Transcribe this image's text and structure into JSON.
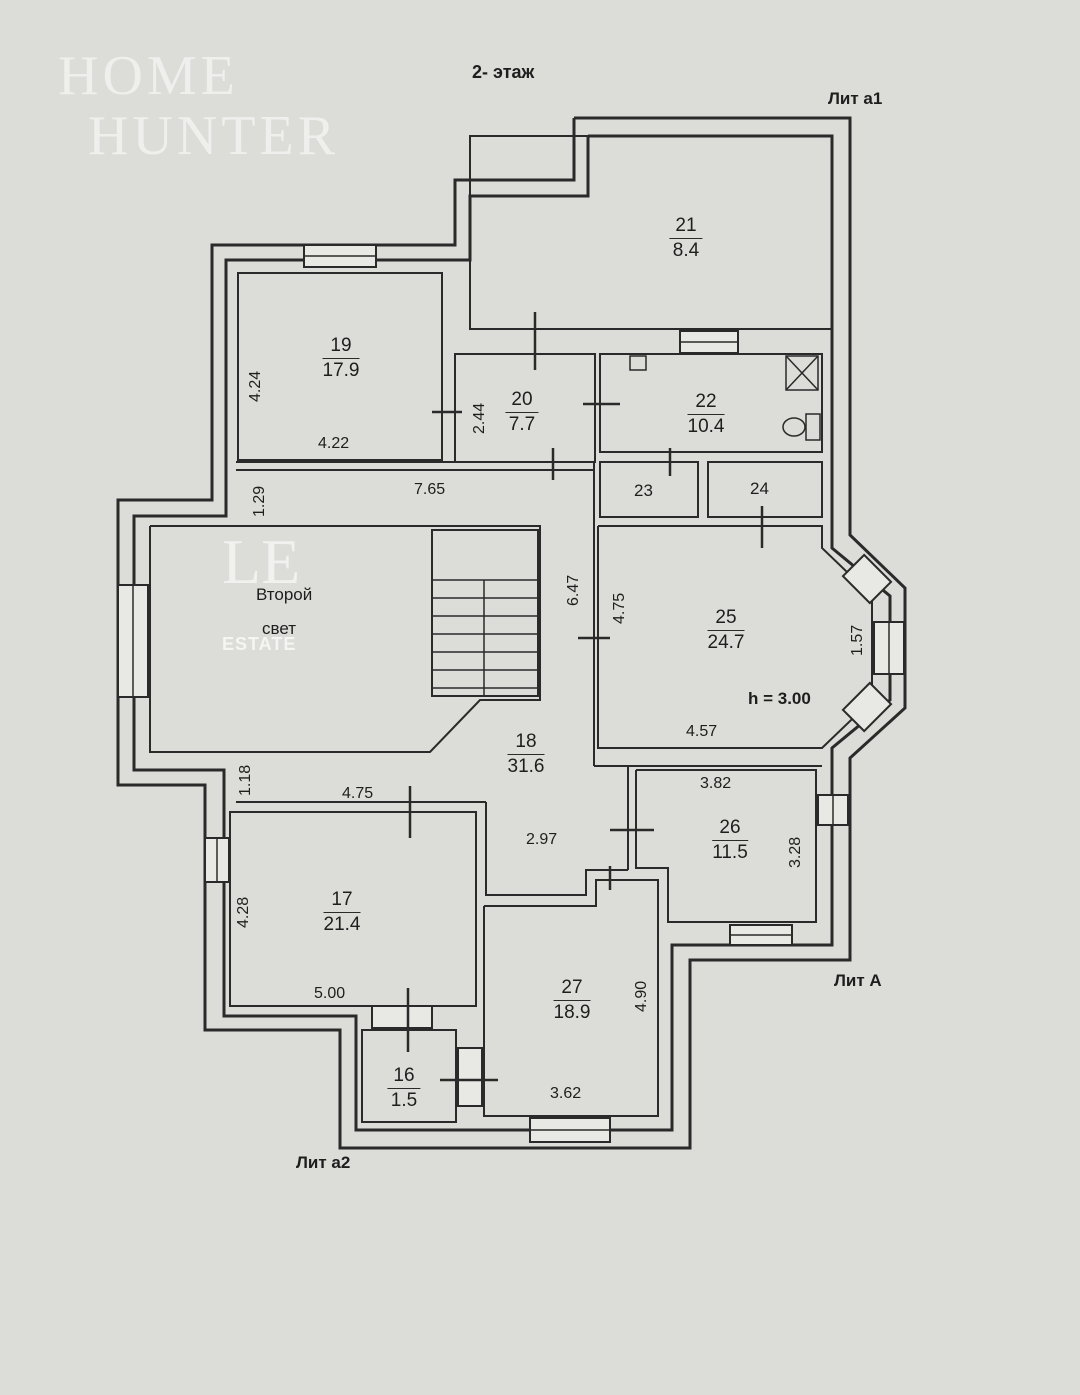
{
  "title": "2- этаж",
  "liters": {
    "a1": "Лит а1",
    "A": "Лит А",
    "a2": "Лит а2"
  },
  "watermark": {
    "brand_line1": "HOME",
    "brand_line2": "HUNTER",
    "estate_logo": "LE",
    "estate_text": "ESTATE"
  },
  "rooms": [
    {
      "num": "21",
      "area": "8.4"
    },
    {
      "num": "19",
      "area": "17.9"
    },
    {
      "num": "20",
      "area": "7.7"
    },
    {
      "num": "22",
      "area": "10.4"
    },
    {
      "num": "23",
      "area": ""
    },
    {
      "num": "24",
      "area": ""
    },
    {
      "num": "25",
      "area": "24.7"
    },
    {
      "num": "18",
      "area": "31.6"
    },
    {
      "num": "26",
      "area": "11.5"
    },
    {
      "num": "17",
      "area": "21.4"
    },
    {
      "num": "27",
      "area": "18.9"
    },
    {
      "num": "16",
      "area": "1.5"
    }
  ],
  "second_light": {
    "line1": "Второй",
    "line2": "свет"
  },
  "ceiling_height": "h = 3.00",
  "dimensions": {
    "d424": "4.24",
    "d422": "4.22",
    "d244": "2.44",
    "d129": "1.29",
    "d765": "7.65",
    "d647": "6.47",
    "d475a": "4.75",
    "d157": "1.57",
    "d457": "4.57",
    "d382": "3.82",
    "d118": "1.18",
    "d475b": "4.75",
    "d297": "2.97",
    "d328": "3.28",
    "d428": "4.28",
    "d500": "5.00",
    "d490": "4.90",
    "d362": "3.62"
  }
}
